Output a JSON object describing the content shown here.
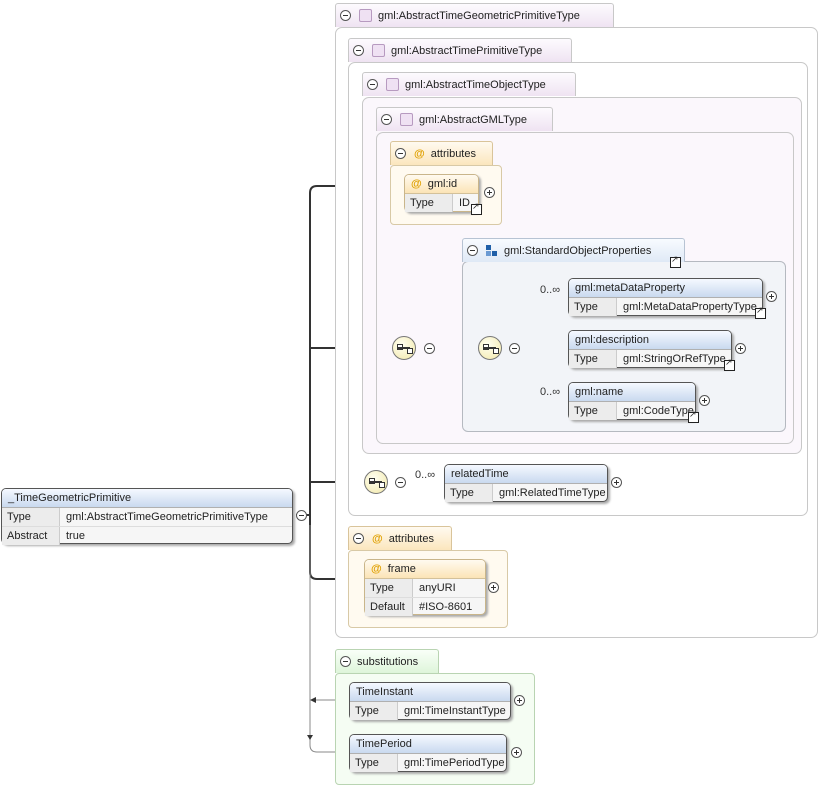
{
  "root": {
    "name": "_TimeGeometricPrimitive",
    "rows": [
      {
        "key": "Type",
        "value": "gml:AbstractTimeGeometricPrimitiveType"
      },
      {
        "key": "Abstract",
        "value": "true"
      }
    ]
  },
  "types": {
    "t1": "gml:AbstractTimeGeometricPrimitiveType",
    "t2": "gml:AbstractTimePrimitiveType",
    "t3": "gml:AbstractTimeObjectType",
    "t4": "gml:AbstractGMLType"
  },
  "attributes_label": "attributes",
  "gml_id": {
    "name": "gml:id",
    "type_key": "Type",
    "type_value": "ID"
  },
  "group": {
    "name": "gml:StandardObjectProperties"
  },
  "group_elements": [
    {
      "name": "gml:metaDataProperty",
      "type_key": "Type",
      "type_value": "gml:MetaDataPropertyType",
      "cardinality": "0..∞"
    },
    {
      "name": "gml:description",
      "type_key": "Type",
      "type_value": "gml:StringOrRefType",
      "cardinality": ""
    },
    {
      "name": "gml:name",
      "type_key": "Type",
      "type_value": "gml:CodeType",
      "cardinality": "0..∞"
    }
  ],
  "related_time": {
    "name": "relatedTime",
    "type_key": "Type",
    "type_value": "gml:RelatedTimeType",
    "cardinality": "0..∞"
  },
  "frame": {
    "name": "frame",
    "rows": [
      {
        "key": "Type",
        "value": "anyURI"
      },
      {
        "key": "Default",
        "value": "#ISO-8601"
      }
    ]
  },
  "substitutions_label": "substitutions",
  "substitutions": [
    {
      "name": "TimeInstant",
      "type_key": "Type",
      "type_value": "gml:TimeInstantType"
    },
    {
      "name": "TimePeriod",
      "type_key": "Type",
      "type_value": "gml:TimePeriodType"
    }
  ],
  "colors": {
    "type_bg": "#fbf7fc",
    "attr_bg": "#fffaf0",
    "subst_bg": "#f5fdf3",
    "element_header": "#c9d9ef"
  }
}
